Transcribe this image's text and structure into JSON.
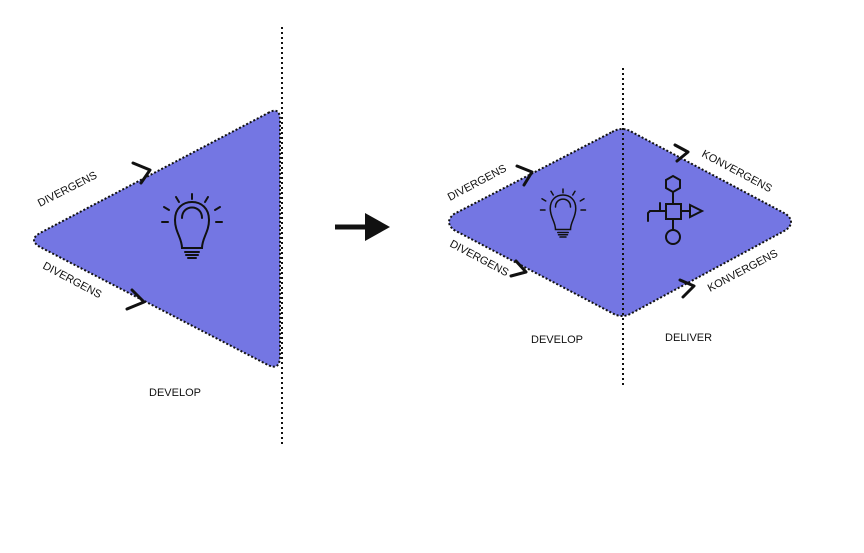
{
  "colors": {
    "fill": "#7476e3",
    "stroke": "#111111"
  },
  "left_diagram": {
    "top_edge_label": "DIVERGENS",
    "bottom_edge_label": "DIVERGENS",
    "phase_label": "DEVELOP",
    "icon": "lightbulb-icon"
  },
  "transition_arrow": "arrow-right-icon",
  "right_diagram": {
    "top_left_label": "DIVERGENS",
    "bottom_left_label": "DIVERGENS",
    "top_right_label": "KONVERGENS",
    "bottom_right_label": "KONVERGENS",
    "left_phase_label": "DEVELOP",
    "right_phase_label": "DELIVER",
    "icons": [
      "lightbulb-icon",
      "process-diagram-icon"
    ]
  }
}
